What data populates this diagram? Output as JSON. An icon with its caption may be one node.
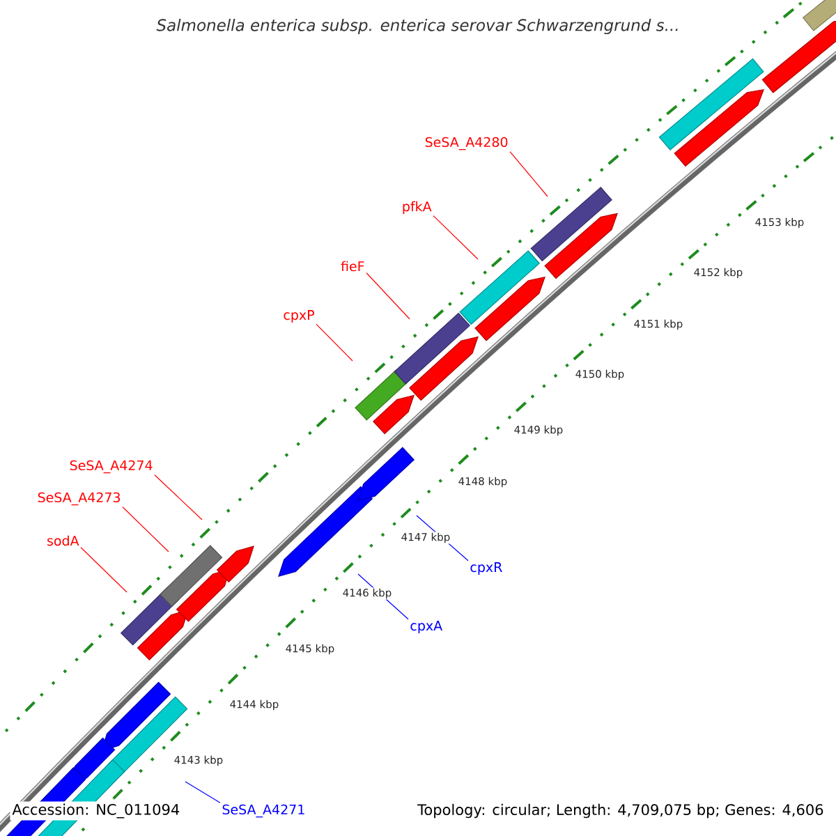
{
  "diagram": {
    "title": "Salmonella enterica subsp. enterica serovar Schwarzengrund s...",
    "nodes": [
      {
        "text": [
          "SeSA_A4280"
        ]
      },
      {
        "text": [
          "pfkA"
        ]
      },
      {
        "text": [
          "fieF"
        ]
      },
      {
        "text": [
          "cpxP"
        ]
      },
      {
        "text": [
          "cpxR"
        ]
      },
      {
        "text": [
          "SeSA_A4274"
        ]
      },
      {
        "text": [
          "SeSA_A4273"
        ]
      },
      {
        "text": [
          "sodA"
        ]
      },
      {
        "text": [
          "cpxA"
        ]
      },
      {
        "text": [
          "SeSA_A4271"
        ]
      }
    ],
    "edges": [
      {
        "from": 0,
        "to": null,
        "arrow": "none"
      },
      {
        "from": 1,
        "to": null,
        "arrow": "none"
      },
      {
        "from": 2,
        "to": null,
        "arrow": "none"
      },
      {
        "from": 3,
        "to": null,
        "arrow": "none"
      },
      {
        "from": 4,
        "to": null,
        "arrow": "none",
        "color": "#0000ff"
      },
      {
        "from": 5,
        "to": null,
        "arrow": "none"
      },
      {
        "from": 6,
        "to": null,
        "arrow": "none"
      },
      {
        "from": 7,
        "to": null,
        "arrow": "none"
      },
      {
        "from": 8,
        "to": null,
        "arrow": "none",
        "color": "#0000ff"
      },
      {
        "from": 9,
        "to": null,
        "arrow": "none",
        "color": "#0000ff"
      }
    ],
    "labels": [
      "4153 kbp",
      "4152 kbp",
      "4151 kbp",
      "4150 kbp",
      "4149 kbp",
      "4148 kbp",
      "4147 kbp",
      "4146 kbp",
      "4145 kbp",
      "4144 kbp",
      "4143 kbp",
      "Accession: NC_011094",
      "Topology: circular; Length: 4,709,075 bp; Genes: 4,606"
    ]
  }
}
